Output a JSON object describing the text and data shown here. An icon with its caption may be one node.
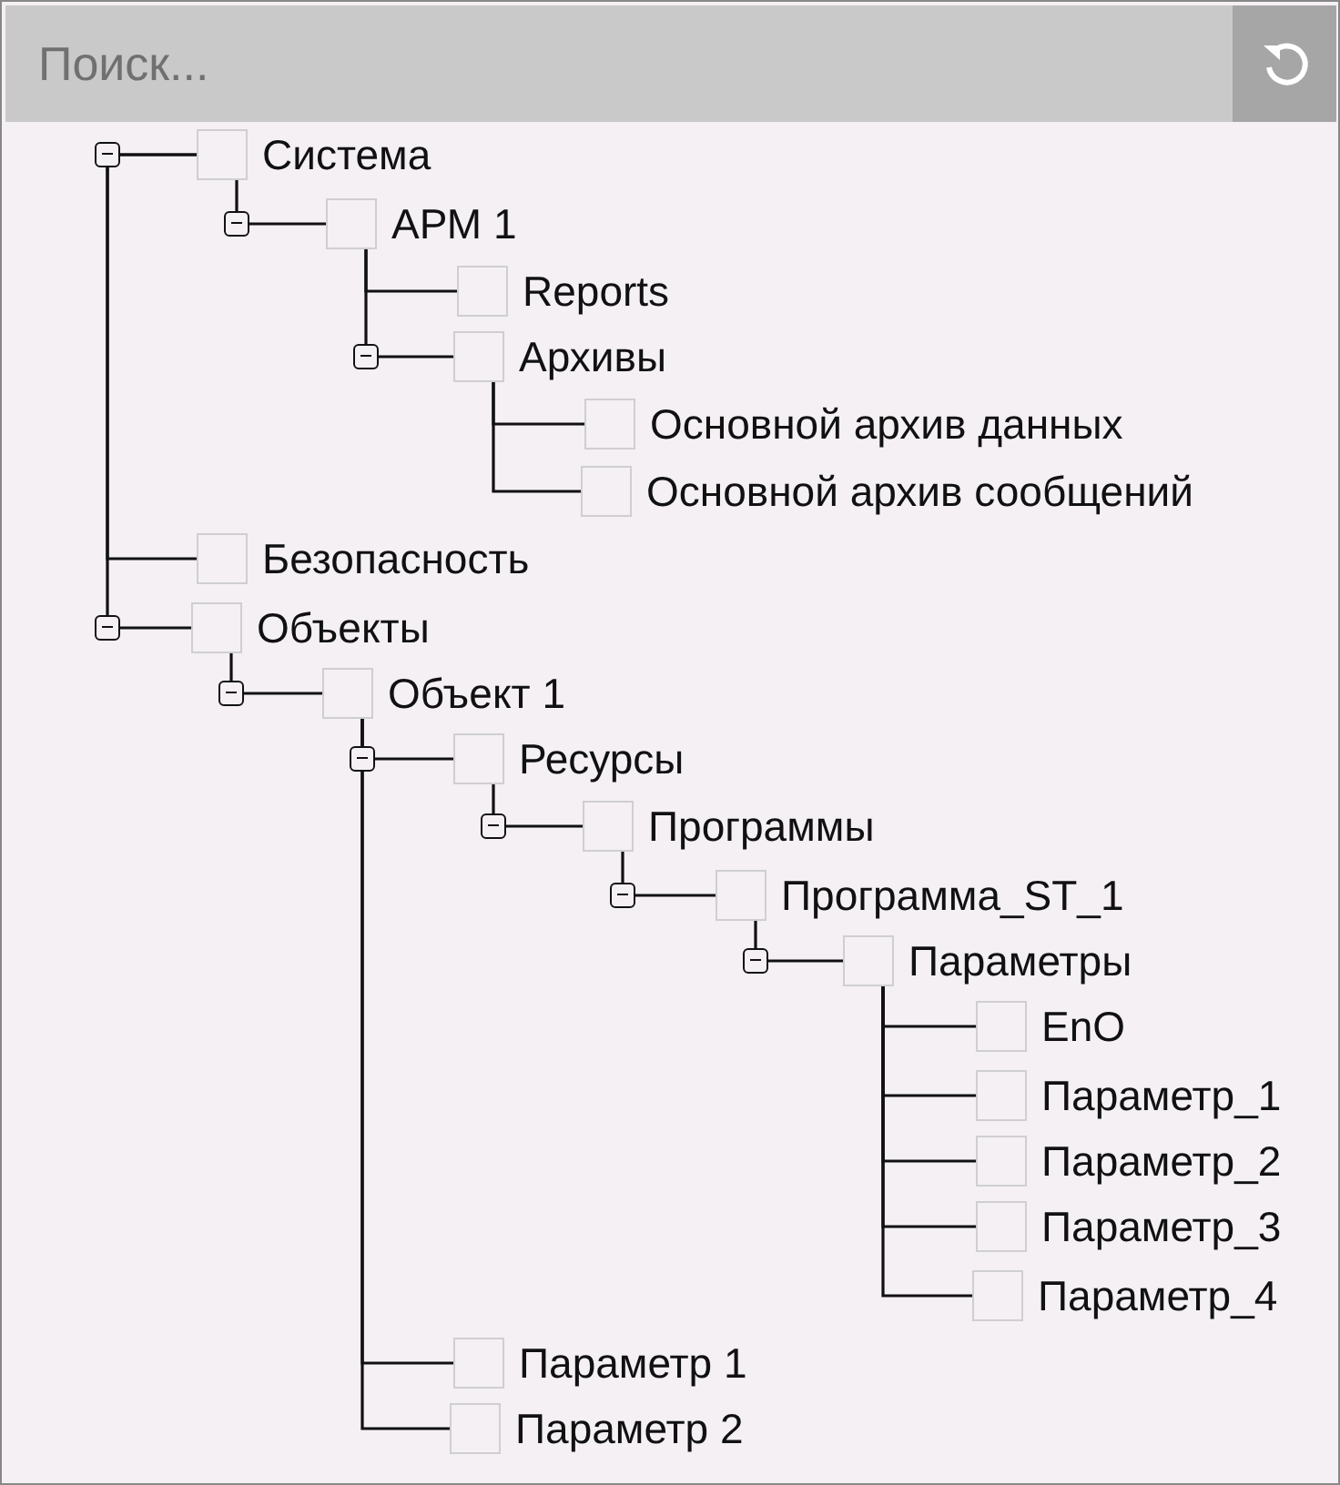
{
  "diagram": {
    "nodes": [
      {
        "text": [
          "Система"
        ]
      },
      {
        "text": [
          "АРМ 1"
        ]
      },
      {
        "text": [
          "Reports"
        ]
      },
      {
        "text": [
          "Архивы"
        ]
      },
      {
        "text": [
          "Основной архив данных"
        ]
      },
      {
        "text": [
          "Основной архив сообщений"
        ]
      },
      {
        "text": [
          "Безопасность"
        ]
      },
      {
        "text": [
          "Объекты"
        ]
      },
      {
        "text": [
          "Объект 1"
        ]
      },
      {
        "text": [
          "Ресурсы"
        ]
      },
      {
        "text": [
          "Программы"
        ]
      },
      {
        "text": [
          "Программа_ST_1"
        ]
      },
      {
        "text": [
          "Параметры"
        ]
      },
      {
        "text": [
          "EnO"
        ]
      },
      {
        "text": [
          "Параметр_1"
        ]
      },
      {
        "text": [
          "Параметр_2"
        ]
      },
      {
        "text": [
          "Параметр_3"
        ]
      },
      {
        "text": [
          "Параметр_4"
        ]
      },
      {
        "text": [
          "Параметр 1"
        ]
      },
      {
        "text": [
          "Параметр 2"
        ]
      }
    ],
    "edges": [
      {
        "from": 0,
        "to": 6,
        "arrow": "none"
      },
      {
        "from": 0,
        "to": 7,
        "arrow": "none"
      },
      {
        "from": 0,
        "to": 1,
        "arrow": "none"
      },
      {
        "from": 1,
        "to": 2,
        "arrow": "none"
      },
      {
        "from": 1,
        "to": 3,
        "arrow": "none"
      },
      {
        "from": 3,
        "to": 4,
        "arrow": "none"
      },
      {
        "from": 3,
        "to": 5,
        "arrow": "none"
      },
      {
        "from": 7,
        "to": 8,
        "arrow": "none"
      },
      {
        "from": 8,
        "to": 9,
        "arrow": "none"
      },
      {
        "from": 9,
        "to": 10,
        "arrow": "none"
      },
      {
        "from": 10,
        "to": 11,
        "arrow": "none"
      },
      {
        "from": 11,
        "to": 12,
        "arrow": "none"
      },
      {
        "from": 12,
        "to": 13,
        "arrow": "none"
      },
      {
        "from": 12,
        "to": 14,
        "arrow": "none"
      },
      {
        "from": 12,
        "to": 15,
        "arrow": "none"
      },
      {
        "from": 12,
        "to": 16,
        "arrow": "none"
      },
      {
        "from": 12,
        "to": 17,
        "arrow": "none"
      },
      {
        "from": 8,
        "to": 18,
        "arrow": "none"
      },
      {
        "from": 8,
        "to": 19,
        "arrow": "none"
      }
    ],
    "labels": [
      "Поиск..."
    ]
  }
}
